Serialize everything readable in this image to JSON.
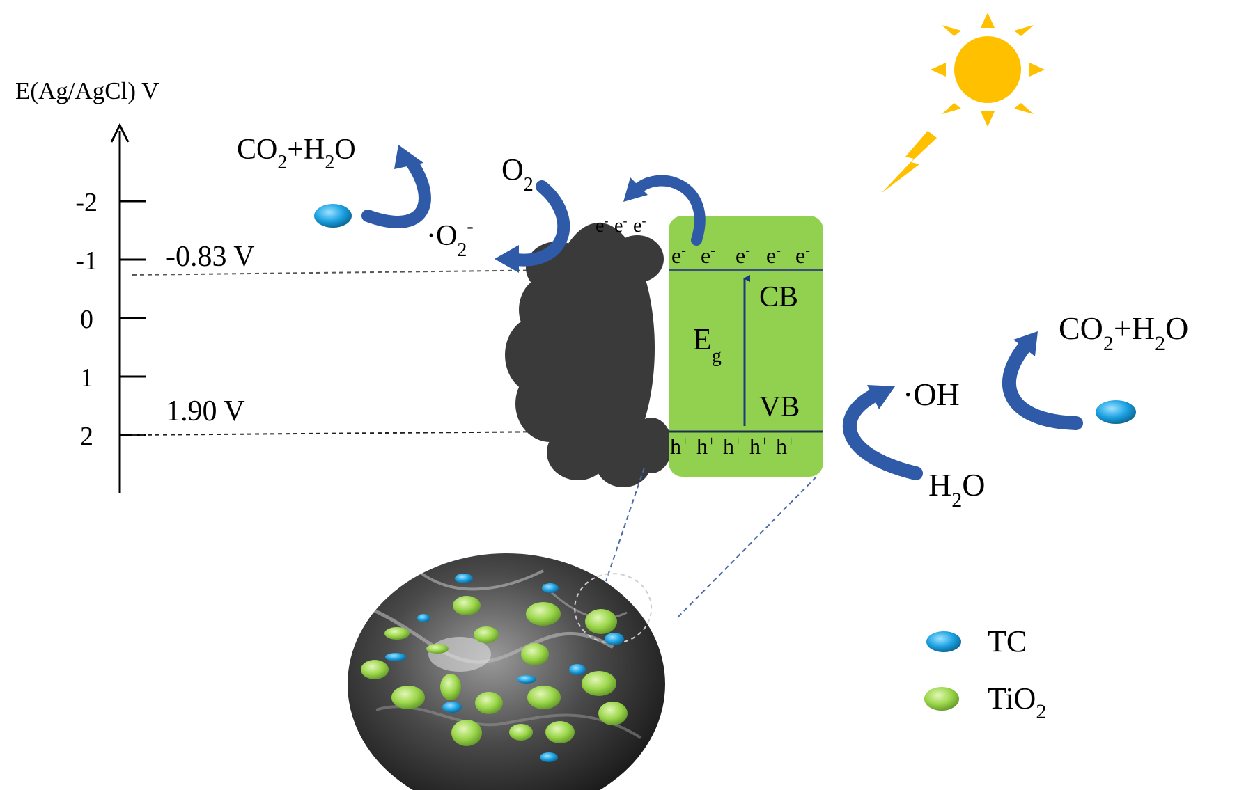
{
  "axis": {
    "label": "E(Ag/AgCl) V",
    "ticks": [
      "-2",
      "-1",
      "0",
      "1",
      "2"
    ]
  },
  "levels": {
    "cb_potential": "-0.83 V",
    "vb_potential": "1.90 V"
  },
  "band": {
    "cb_label": "CB",
    "vb_label": "VB",
    "eg_main": "E",
    "eg_sub": "g",
    "electron": "e",
    "electron_sup": "-",
    "hole": "h",
    "hole_sup": "+"
  },
  "species": {
    "o2_main": "O",
    "o2_sub": "2",
    "superoxide_dot": "·",
    "superoxide_main": "O",
    "superoxide_sub": "2",
    "superoxide_sup": "-",
    "oh_radical": "·OH",
    "h2o_h": "H",
    "h2o_sub": "2",
    "h2o_o": "O",
    "co2h2o_co": "CO",
    "co2h2o_sub1": "2",
    "co2h2o_plus_h": "+H",
    "co2h2o_sub2": "2",
    "co2h2o_o": "O"
  },
  "legend": {
    "tc_label": "TC",
    "tio2_main": "TiO",
    "tio2_sub": "2"
  },
  "colors": {
    "band_green": "#92d050",
    "graphene_dark": "#3a3a3a",
    "arrow_blue": "#2e5aa8",
    "tc_blue": "#1ba1e2",
    "tio2_green": "#9bd64a",
    "sun_yellow": "#ffc000"
  }
}
